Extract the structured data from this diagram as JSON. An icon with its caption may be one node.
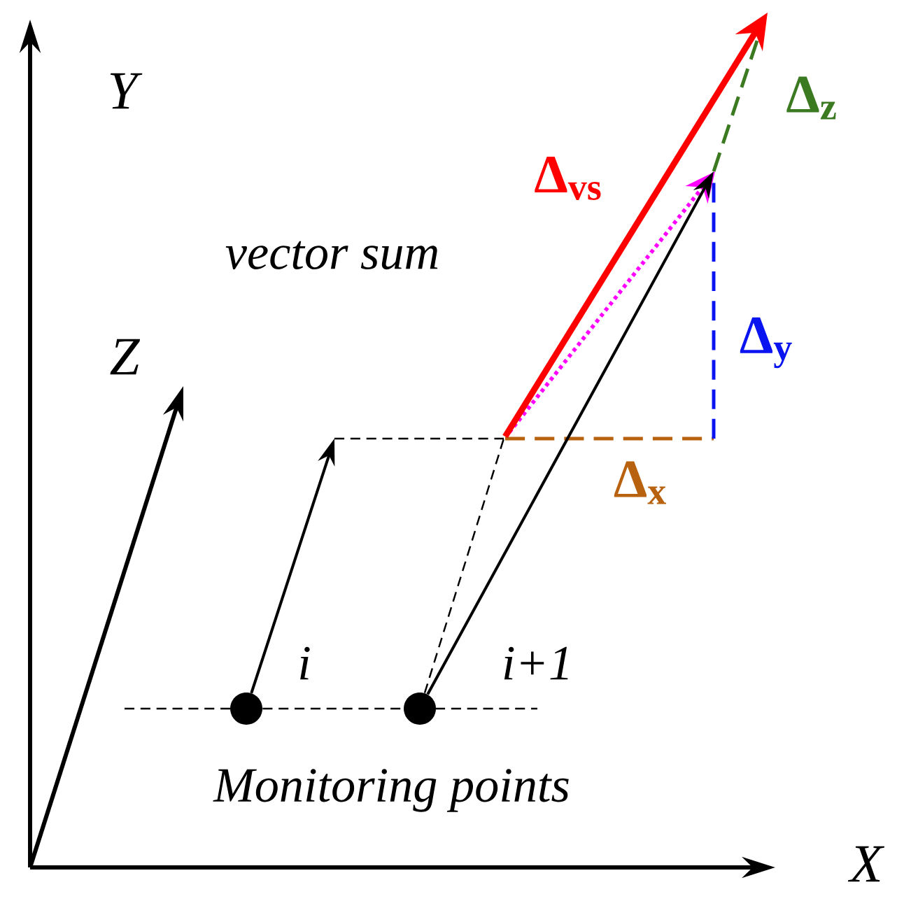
{
  "diagram": {
    "nodes": [
      {
        "text": [],
        "shape": "circle",
        "beside": [
          "i"
        ]
      },
      {
        "text": [],
        "shape": "circle",
        "beside": [
          "i+1"
        ]
      }
    ],
    "edges": [
      {
        "from": 0,
        "to": 1,
        "arrow": "none",
        "style": "dashed"
      },
      {
        "from": 0,
        "to": null,
        "arrow": "to"
      },
      {
        "from": 1,
        "to": null,
        "arrow": "to"
      },
      {
        "from": 1,
        "to": null,
        "arrow": "none",
        "style": "dashed"
      }
    ],
    "labels": [
      "Y",
      "Δ$_{z}$",
      "Δ$_{vs}$",
      "vector sum",
      "Z",
      "Δ$_{y}$",
      "Δ$_{x}$",
      "Monitoring points",
      "X"
    ]
  }
}
